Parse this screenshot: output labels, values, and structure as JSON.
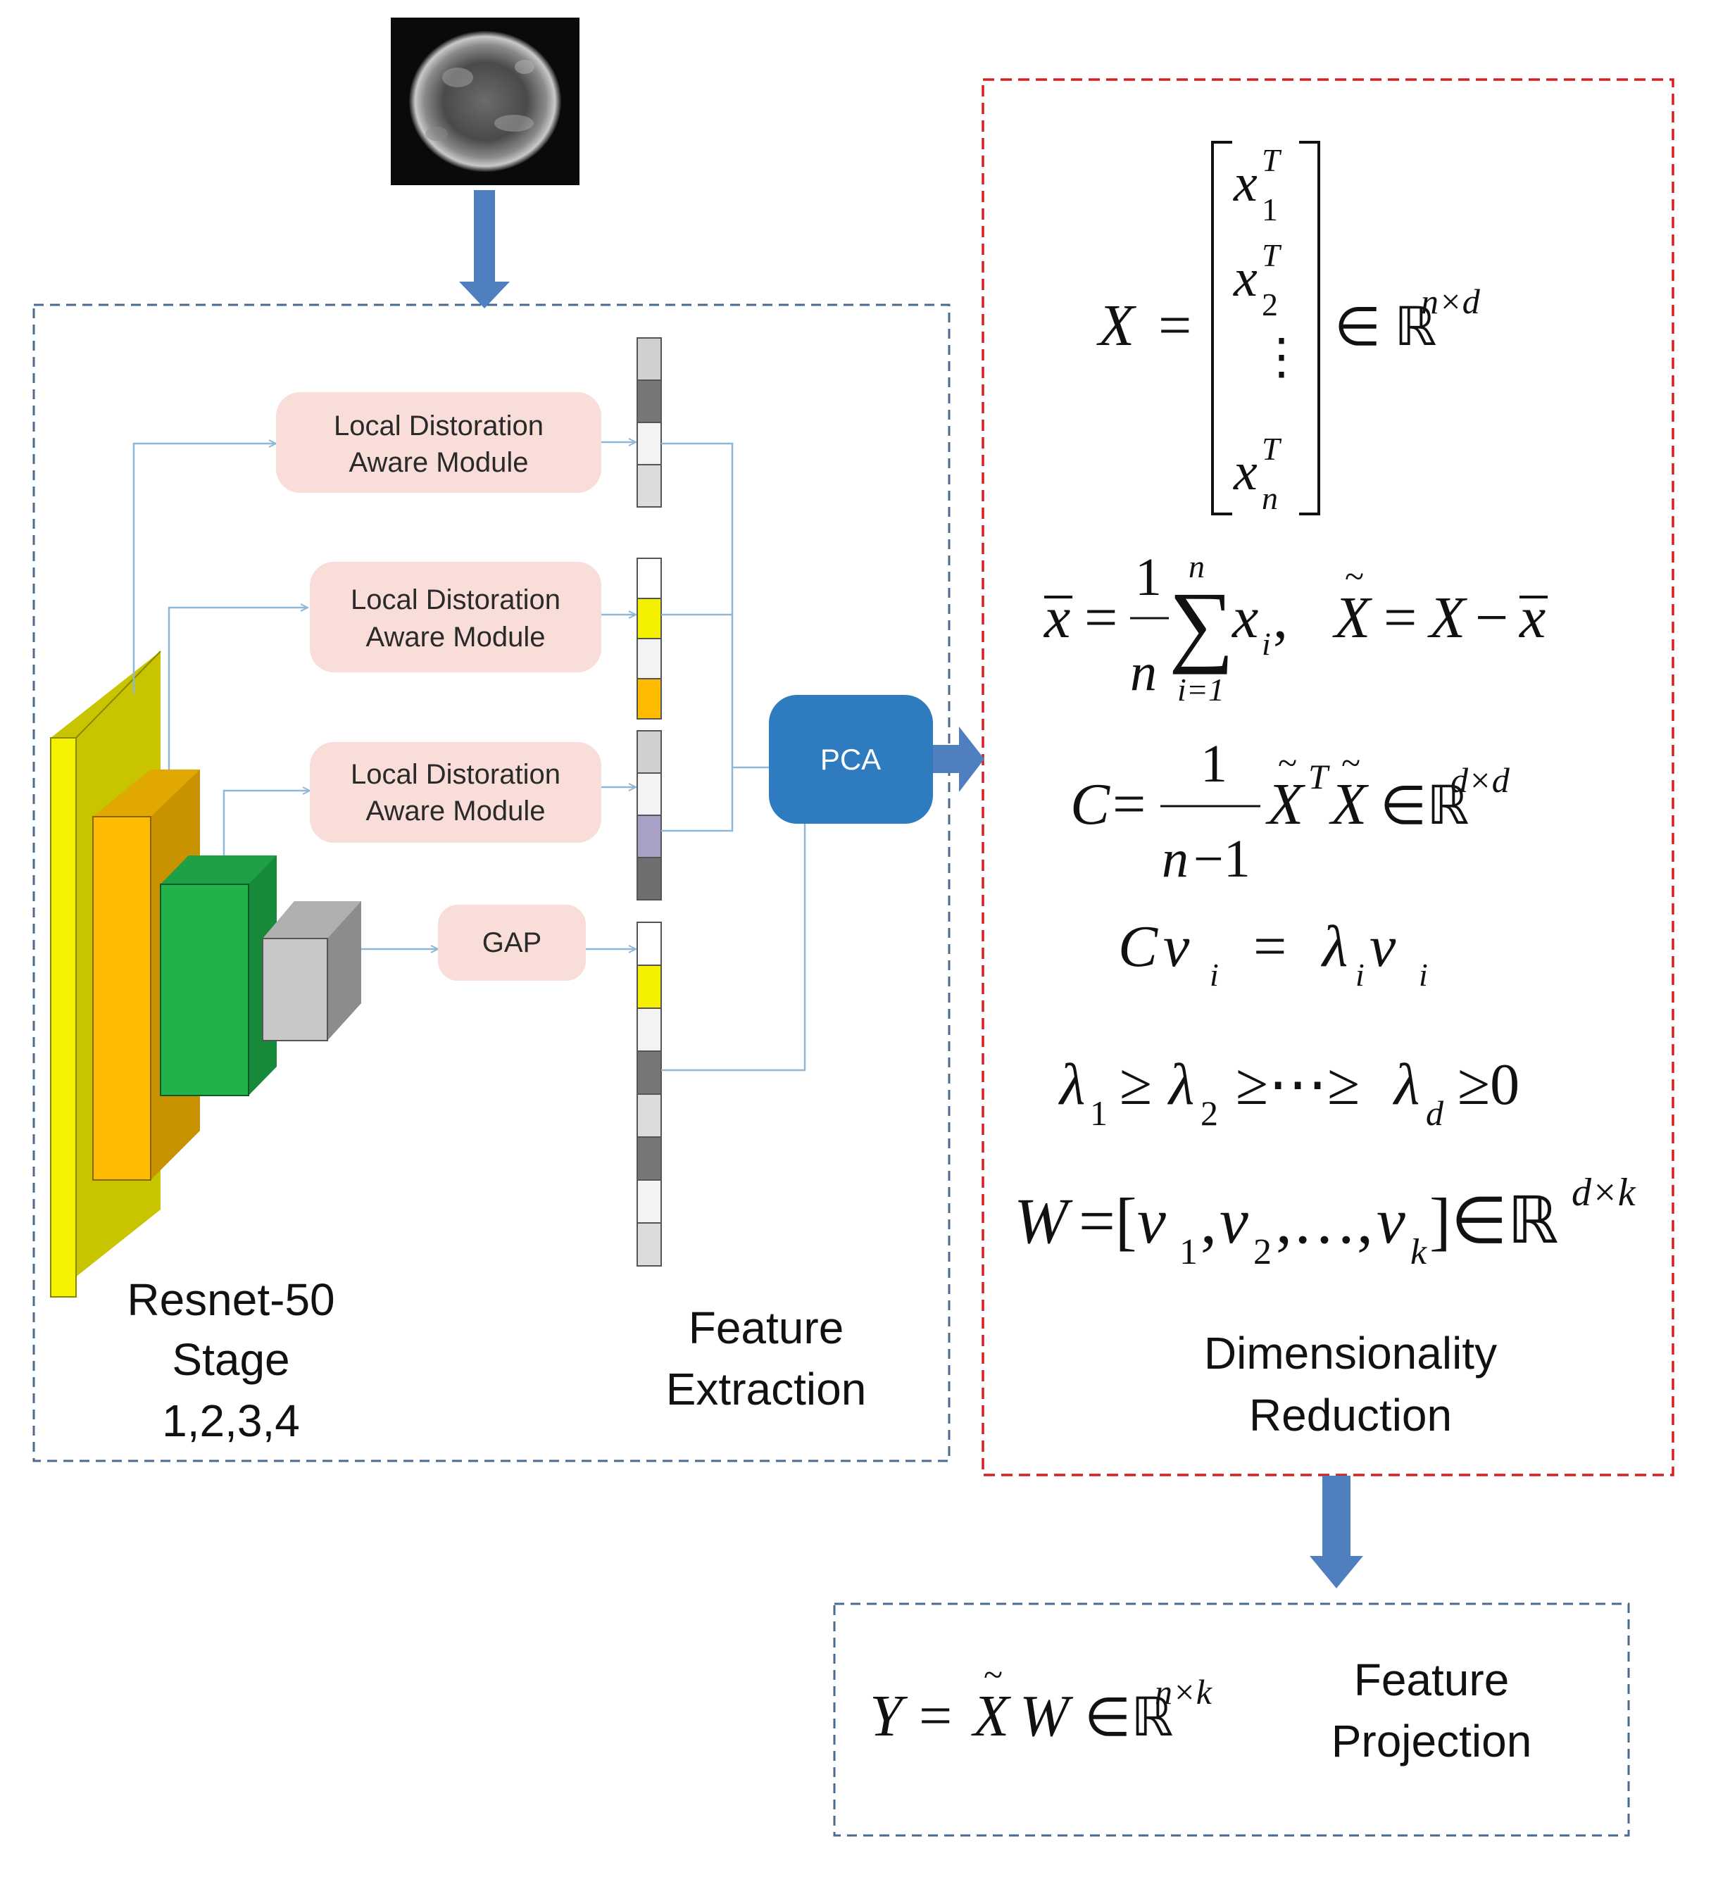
{
  "modules": [
    {
      "line1": "Local Distoration",
      "line2": "Aware Module"
    },
    {
      "line1": "Local Distoration",
      "line2": "Aware Module"
    },
    {
      "line1": "Local Distoration",
      "line2": "Aware Module"
    }
  ],
  "gap_label": "GAP",
  "pca_label": "PCA",
  "backbone_label": {
    "line1": "Resnet-50",
    "line2": "Stage",
    "line3": "1,2,3,4"
  },
  "feature_extraction_label": {
    "line1": "Feature",
    "line2": "Extraction"
  },
  "dimensionality_reduction_label": {
    "line1": "Dimensionality",
    "line2": "Reduction"
  },
  "feature_projection_label": {
    "line1": "Feature",
    "line2": "Projection"
  },
  "equations": {
    "data_matrix": "X = [x₁ᵀ; x₂ᵀ; ⋮; xₙᵀ] ∈ ℝ^(n×d)",
    "mean_centering": "x̄ = (1/n) Σ_{i=1}^{n} x_i,   X̃ = X − x̄",
    "covariance": "C = (1/(n−1)) X̃ᵀ X̃ ∈ ℝ^(d×d)",
    "eigen": "C v_i = λ_i v_i",
    "ordering": "λ₁ ≥ λ₂ ≥ ⋯ ≥ λ_d ≥ 0",
    "projection_matrix": "W = [v₁, v₂, …, v_k] ∈ ℝ^(d×k)",
    "projection": "Y = X̃ W ∈ ℝ^(n×k)"
  },
  "colors": {
    "blue_dash": "#4a6a8f",
    "red_dash": "#d42020",
    "arrow_blue": "#4f7fbf",
    "pca_fill": "#2e7bc0",
    "module_fill": "#f8ddd8",
    "line_blue": "#8fb8d8",
    "stage1": "#f5f200",
    "stage2": "#ffbb00",
    "stage3": "#22b24c",
    "stage4": "#c8c8c8",
    "highlight_yellow": "#f4f000",
    "highlight_orange": "#ffbb00",
    "highlight_purple": "#a9a0c8"
  }
}
